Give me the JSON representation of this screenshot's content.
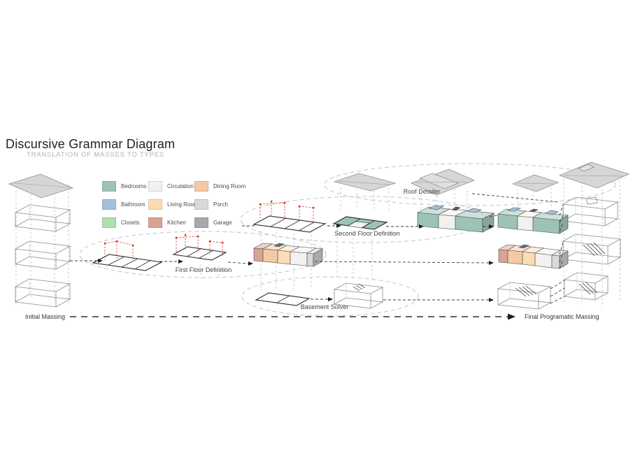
{
  "title": "Discursive Grammar Diagram",
  "subtitle": "TRANSLATION OF MASSES TO TYPES",
  "legend": {
    "items": [
      {
        "key": "bedrooms",
        "label": "Bedrooms",
        "color": "#9cc3b6"
      },
      {
        "key": "bathroom",
        "label": "Bathroom",
        "color": "#a3c1de"
      },
      {
        "key": "closets",
        "label": "Closets",
        "color": "#b1ddb2"
      },
      {
        "key": "circulation",
        "label": "Circulation",
        "color": "#f1f1ef"
      },
      {
        "key": "living",
        "label": "Living Room",
        "color": "#fbdcb4"
      },
      {
        "key": "kitchen",
        "label": "Kitchen",
        "color": "#d9a393"
      },
      {
        "key": "dining",
        "label": "Dining Room",
        "color": "#f6c9a5"
      },
      {
        "key": "porch",
        "label": "Porch",
        "color": "#d9d9d9"
      },
      {
        "key": "garage",
        "label": "Garage",
        "color": "#a9a9a9"
      }
    ]
  },
  "stages": {
    "roof_detailer": "Roof Detailer",
    "second_floor": "Second Floor Definition",
    "first_floor": "First Floor Definition",
    "basement": "Basement Solver"
  },
  "timeline": {
    "start": "Initial Massing",
    "end": "Final Programatic Massing"
  },
  "colors": {
    "guide_red": "#d93a2b",
    "guide_blue": "#a9c7e2",
    "ellipse_gray": "#c4c4c4",
    "roof_gray": "#d6d6d6",
    "ink": "#2b2b2b"
  }
}
